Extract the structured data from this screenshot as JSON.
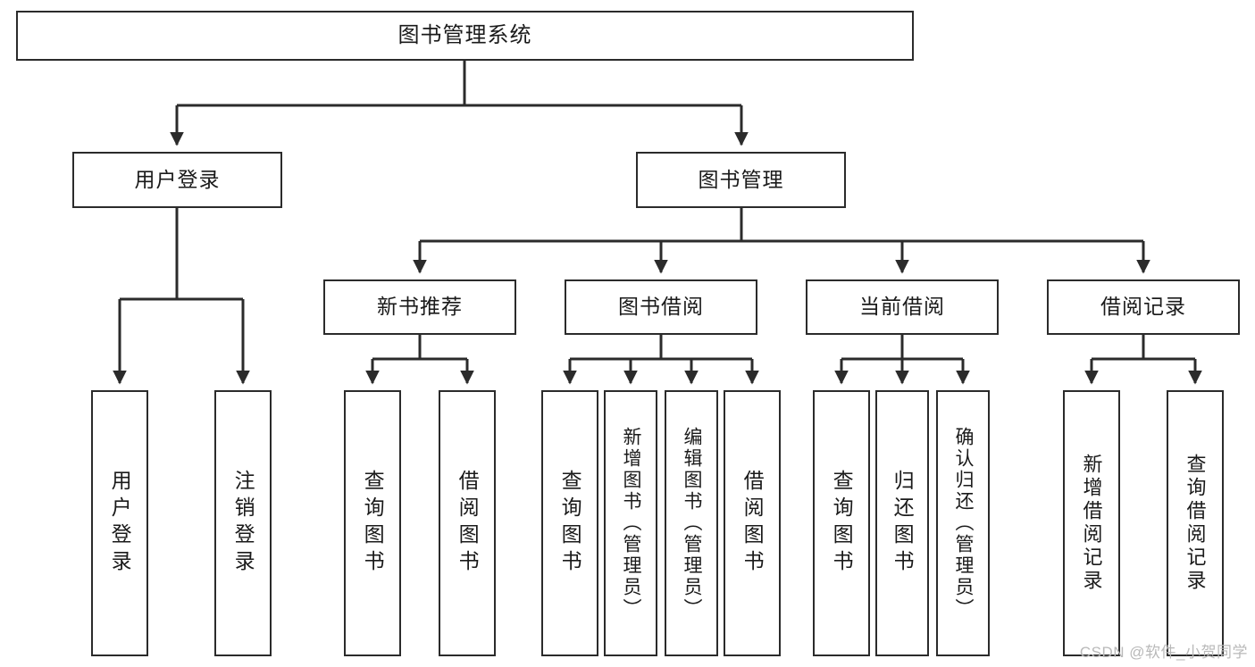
{
  "diagram": {
    "title": "图书管理系统",
    "type": "tree",
    "orientation": "top-down",
    "colors": {
      "box_border": "#2b2b2b",
      "box_fill": "#ffffff",
      "connector": "#2b2b2b",
      "text": "#1a1a1a",
      "watermark": "#b9b9b9",
      "background": "#ffffff"
    },
    "root": {
      "id": "root",
      "label": "图书管理系统"
    },
    "level2": [
      {
        "id": "user-login",
        "label": "用户登录"
      },
      {
        "id": "book-manage",
        "label": "图书管理"
      }
    ],
    "level3": [
      {
        "id": "new-book-rec",
        "label": "新书推荐"
      },
      {
        "id": "book-borrow",
        "label": "图书借阅"
      },
      {
        "id": "current-borrow",
        "label": "当前借阅"
      },
      {
        "id": "borrow-record",
        "label": "借阅记录"
      }
    ],
    "leaves": {
      "user_login": [
        {
          "id": "leaf-user-login",
          "label": "用户登录"
        },
        {
          "id": "leaf-logout",
          "label": "注销登录"
        }
      ],
      "new_book_rec": [
        {
          "id": "leaf-query-book-1",
          "label": "查询图书"
        },
        {
          "id": "leaf-borrow-book-1",
          "label": "借阅图书"
        }
      ],
      "book_borrow": [
        {
          "id": "leaf-query-book-2",
          "label": "查询图书"
        },
        {
          "id": "leaf-add-book",
          "label": "新增图书（管理员）"
        },
        {
          "id": "leaf-edit-book",
          "label": "编辑图书（管理员）"
        },
        {
          "id": "leaf-borrow-book-2",
          "label": "借阅图书"
        }
      ],
      "current_borrow": [
        {
          "id": "leaf-query-book-3",
          "label": "查询图书"
        },
        {
          "id": "leaf-return-book",
          "label": "归还图书"
        },
        {
          "id": "leaf-confirm-return",
          "label": "确认归还（管理员）"
        }
      ],
      "borrow_record": [
        {
          "id": "leaf-add-record",
          "label": "新增借阅记录"
        },
        {
          "id": "leaf-query-record",
          "label": "查询借阅记录"
        }
      ]
    }
  },
  "watermark": {
    "text": "CSDN @软件_小贺同学"
  }
}
